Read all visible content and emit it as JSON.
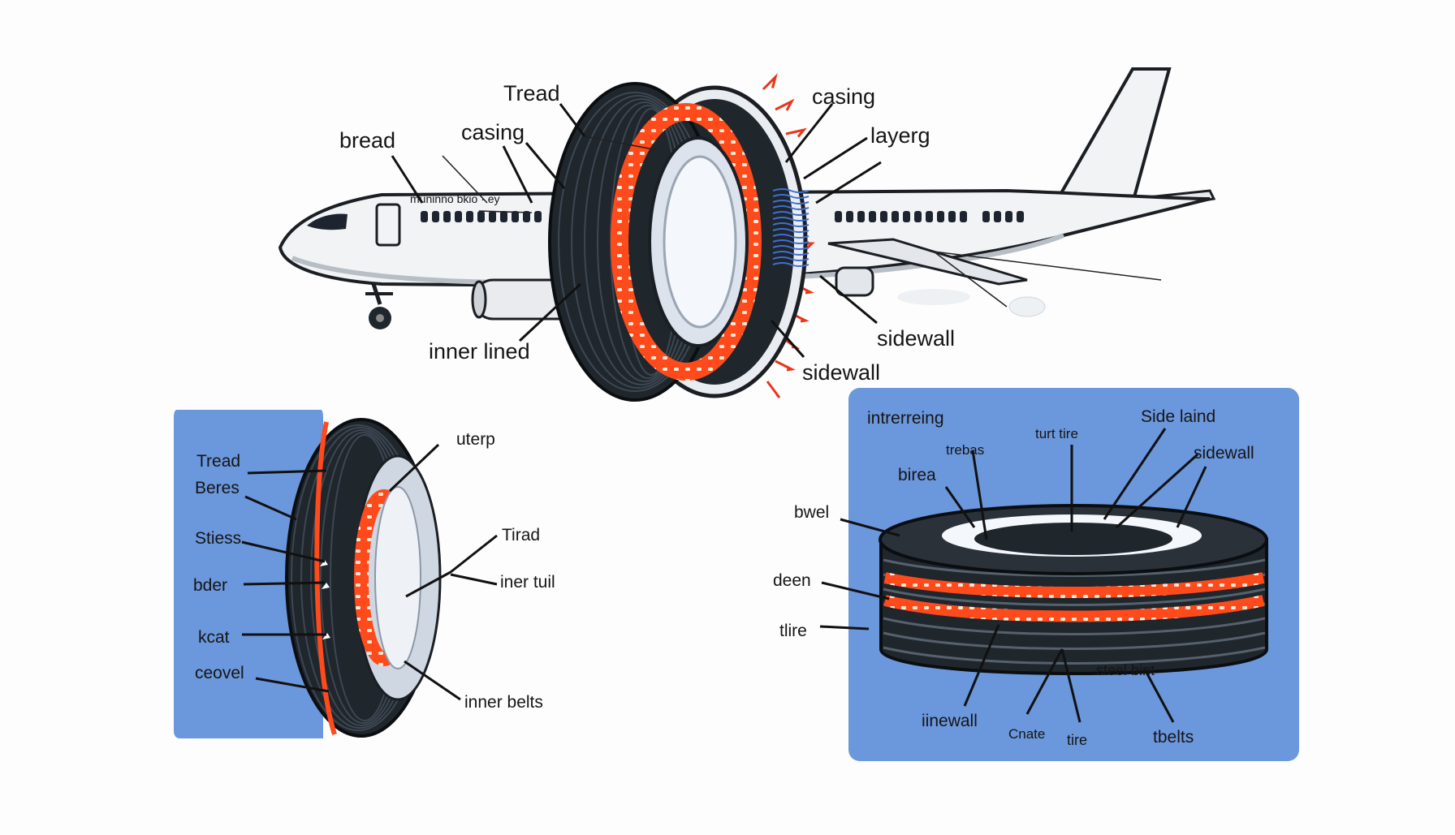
{
  "colors": {
    "background": "#fdfdfd",
    "panel": "#6b97dc",
    "tire": "#1f262c",
    "tread_line": "#3d4752",
    "glow": "#ff4a1c",
    "fuselage": "#f2f3f5",
    "window": "#1d2430",
    "leader": "#111111"
  },
  "icons": [
    "airplane-icon",
    "tire-icon"
  ],
  "top_figure": {
    "labels": {
      "tread": "Tread",
      "bread": "bread",
      "casing_left": "casing",
      "casing_right": "casing",
      "layerg": "layerg",
      "inner_lined": "inner lined",
      "sidewall_1": "sidewall",
      "sidewall_2": "sidewall",
      "fuselage_text": "muninno bkio ·    ey"
    }
  },
  "left_panel": {
    "labels": {
      "tread": "Tread",
      "beres": "Beres",
      "stiess": "Stiess",
      "bder": "bder",
      "kcat": "kcat",
      "ceovel": "ceovel",
      "uterp": "uterp",
      "tirad": "Tirad",
      "inner_tuil": "iner tuil",
      "inner_belts": "inner belts"
    }
  },
  "right_panel": {
    "labels": {
      "intrerreing": "intrerreing",
      "trebas": "trebas",
      "turt_tire": "turt tire",
      "side_laind": "Side laind",
      "sidewall": "sidewall",
      "birea": "birea",
      "bwel": "bwel",
      "deen": "deen",
      "tire_left": "tlire",
      "steel_bint": "steel bint",
      "inewall": "iinewall",
      "cnate": "Cnate",
      "tire_bottom": "tire",
      "tbelts": "tbelts"
    }
  }
}
